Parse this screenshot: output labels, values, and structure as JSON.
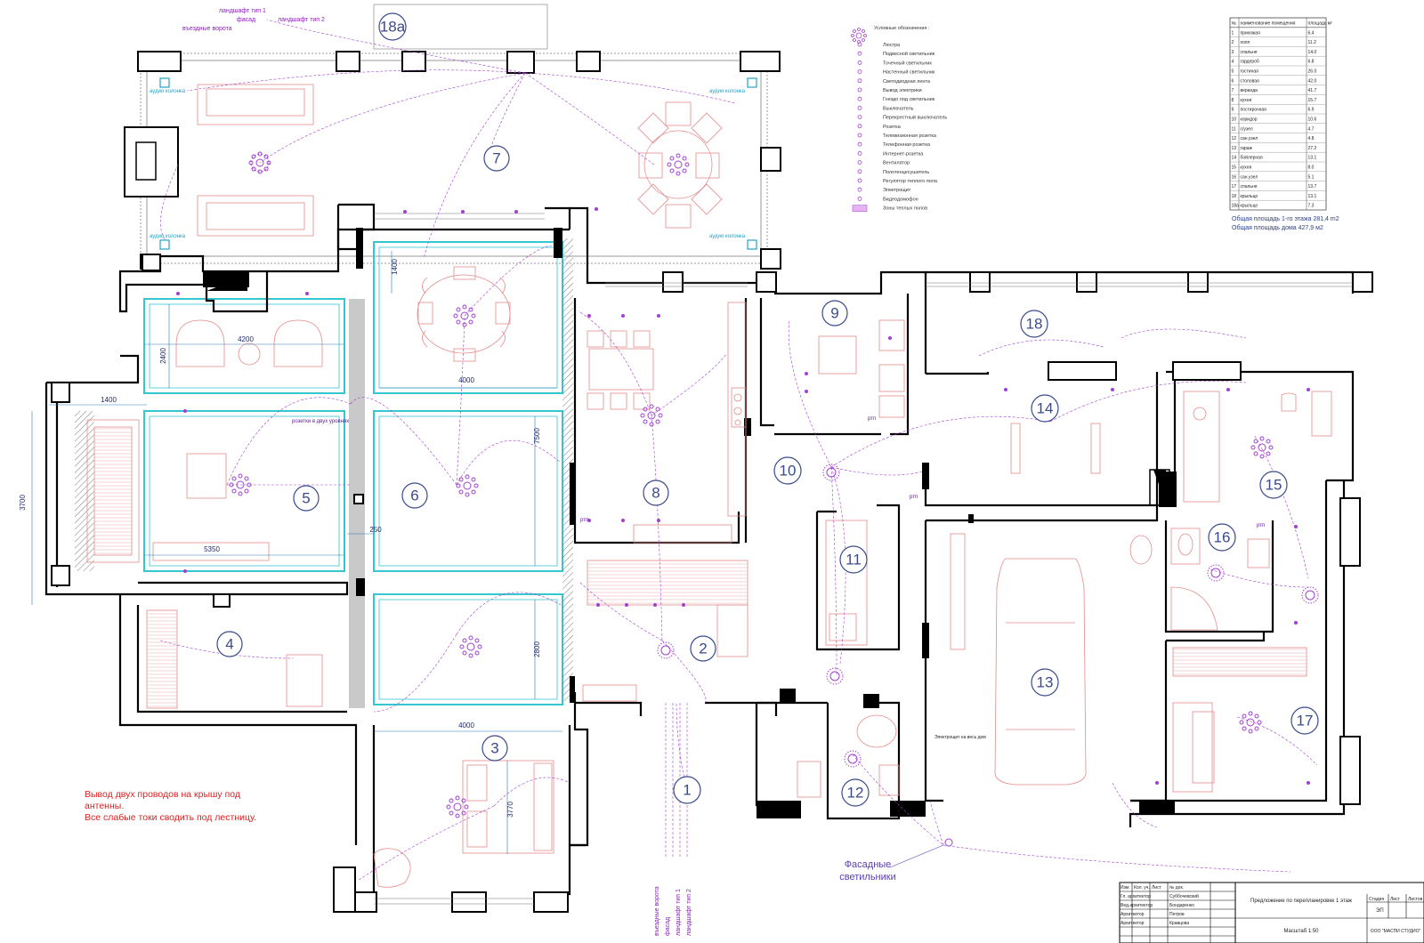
{
  "rooms": [
    {
      "num": "18а"
    },
    {
      "num": "7"
    },
    {
      "num": "9"
    },
    {
      "num": "18"
    },
    {
      "num": "14"
    },
    {
      "num": "15"
    },
    {
      "num": "5"
    },
    {
      "num": "6"
    },
    {
      "num": "8"
    },
    {
      "num": "10"
    },
    {
      "num": "11"
    },
    {
      "num": "16"
    },
    {
      "num": "4"
    },
    {
      "num": "2"
    },
    {
      "num": "13"
    },
    {
      "num": "17"
    },
    {
      "num": "3"
    },
    {
      "num": "1"
    },
    {
      "num": "12"
    }
  ],
  "dimensions": {
    "d4200": "4200",
    "d2400": "2400",
    "d1400": "1400",
    "d1400b": "1400",
    "d4000a": "4000",
    "d7500": "7500",
    "d3700": "3700",
    "d5350": "5350",
    "d250": "250",
    "d2800": "2800",
    "d4000b": "4000",
    "d3770": "3770"
  },
  "labels": {
    "landscape1": "ландшафт тип 1",
    "facade_top": "фасад",
    "landscape2": "ландшафт тип 2",
    "gate": "въездные ворота",
    "audio1": "аудио колонка",
    "audio2": "аудио колонка",
    "audio3": "аудио колонка",
    "audio4": "аудио колонка",
    "sockets_two_levels": "розетки в двух уровнях",
    "rtp1": "ртп",
    "rtp2": "ртп",
    "rtp3": "ртп",
    "rtp4": "ртп",
    "ev_charger": "Электрощит на весь дом",
    "antenna_note_1": "Вывод двух проводов на крышу под",
    "antenna_note_2": "антенны.",
    "antenna_note_3": "Все слабые токи сводить под лестницу.",
    "facade_lights_1": "Фасадные",
    "facade_lights_2": "светильники",
    "vertical_gate": "въездные ворота",
    "vertical_facade": "фасад",
    "vertical_land1": "ландшафт тип 1",
    "vertical_land2": "ландшафт тип 2"
  },
  "legend": {
    "title": "Условные обозначения :",
    "items": [
      "Люстра",
      "Подвесной светильник",
      "Точечный светильник",
      "Настенный светильник",
      "Светодиодная лента",
      "Вывод электрики",
      "Гнездо под светильник",
      "Выключатель",
      "Перекрестный выключатель",
      "Розетка",
      "Телевизионная розетка",
      "Телефонная розетка",
      "Интернет-розетка",
      "Вентилятор",
      "Полотенцесушитель",
      "Регулятор теплого пола",
      "Электрощит",
      "Видеодомофон",
      "Зоны теплых полов"
    ]
  },
  "explication": {
    "headers": [
      "№",
      "наименование помещения",
      "площадь м²"
    ],
    "rows": [
      [
        "1",
        "прихожая",
        "6.4"
      ],
      [
        "2",
        "холл",
        "11.2"
      ],
      [
        "3",
        "спальня",
        "14.0"
      ],
      [
        "4",
        "гардероб",
        "6.8"
      ],
      [
        "5",
        "гостиная",
        "26.0"
      ],
      [
        "6",
        "столовая",
        "42.0"
      ],
      [
        "7",
        "веранда",
        "41.7"
      ],
      [
        "8",
        "кухня",
        "15.7"
      ],
      [
        "9",
        "постирочная",
        "6.9"
      ],
      [
        "10",
        "коридор",
        "10.6"
      ],
      [
        "11",
        "с/узел",
        "4.7"
      ],
      [
        "12",
        "сан.узел",
        "4.8"
      ],
      [
        "13",
        "гараж",
        "27.2"
      ],
      [
        "14",
        "бойлерная",
        "13.1"
      ],
      [
        "15",
        "кухня",
        "8.0"
      ],
      [
        "16",
        "сан.узел",
        "5.1"
      ],
      [
        "17",
        "спальня",
        "13.7"
      ],
      [
        "18",
        "крыльцо",
        "13.1"
      ],
      [
        "18а",
        "крыльцо",
        "7.3"
      ]
    ],
    "total_floor": "Общая площадь 1-го этажа 281,4 m2",
    "total_house": "Общая площадь дома 427,9 м2"
  },
  "title_block": {
    "h1": "Изм.",
    "h2": "Кол. уч.",
    "h3": "Лист",
    "h4": "№ док.",
    "r1a": "Гл. архитектор",
    "r1b": "Суббочевский",
    "r2a": "Вед.архитектор",
    "r2b": "Бондаренко",
    "r3a": "Архитектор",
    "r3b": "Петров",
    "r4a": "Архитектор",
    "r4b": "Кравцова",
    "project": "Предложение по перепланировке 1 этаж",
    "stage_h": "Стадия",
    "sheet_h": "Лист",
    "sheets_h": "Листов",
    "stage": "ЭП",
    "scale": "Масштаб 1:50",
    "company": "ООО \"МАСПИ СТУДИО\""
  }
}
